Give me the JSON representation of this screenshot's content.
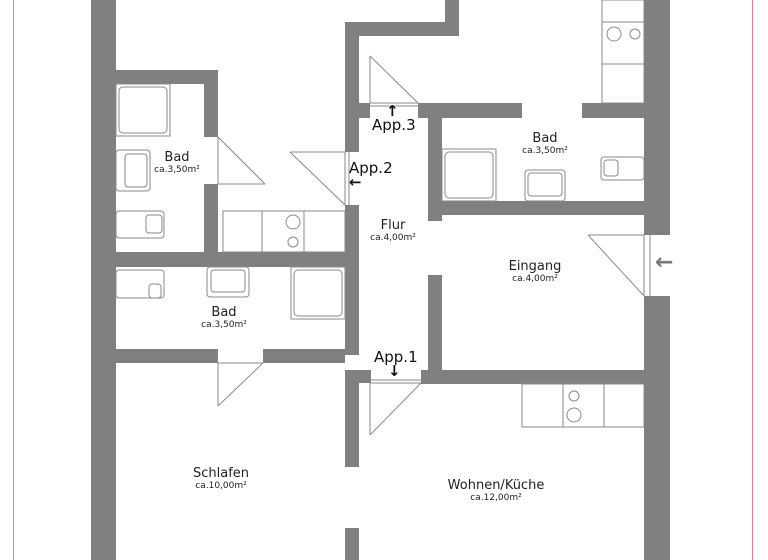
{
  "plan": {
    "colors": {
      "wall": "#808080",
      "fixture_line": "#8a8a8a",
      "frame": "#c98a8a",
      "text": "#222222"
    },
    "rooms": [
      {
        "id": "bad-1",
        "name": "Bad",
        "area": "ca.3,50m²"
      },
      {
        "id": "bad-2",
        "name": "Bad",
        "area": "ca.3,50m²"
      },
      {
        "id": "bad-3",
        "name": "Bad",
        "area": "ca.3,50m²"
      },
      {
        "id": "flur",
        "name": "Flur",
        "area": "ca.4,00m²"
      },
      {
        "id": "eingang",
        "name": "Eingang",
        "area": "ca.4,00m²"
      },
      {
        "id": "schlafen",
        "name": "Schlafen",
        "area": "ca.10,00m²"
      },
      {
        "id": "wohnen",
        "name": "Wohnen/Küche",
        "area": "ca.12,00m²"
      }
    ],
    "apartments": [
      {
        "label": "App.1",
        "arrow": "↓"
      },
      {
        "label": "App.2",
        "arrow": "←"
      },
      {
        "label": "App.3",
        "arrow": "↑"
      }
    ],
    "entrance": {
      "arrow": "←",
      "icon": "entrance-arrow-icon"
    }
  }
}
